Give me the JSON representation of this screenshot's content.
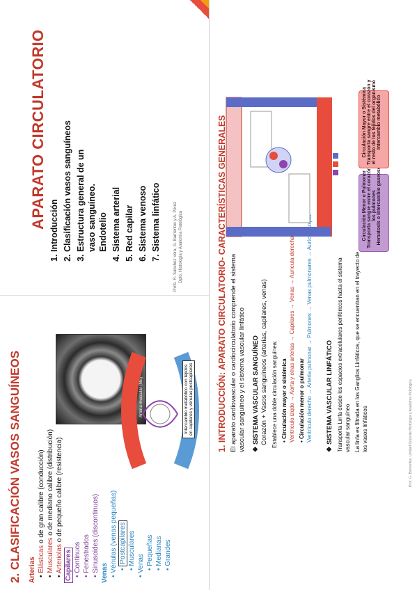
{
  "slide1": {
    "title": "APARATO CIRCULATORIO",
    "toc": [
      "Introducción",
      "Clasificación vasos sanguíneos",
      "Estructura general de un vaso sanguíneo. Endotelio",
      "Sistema arterial",
      "Red capilar",
      "Sistema venoso",
      "Sistema linfático"
    ],
    "authors_1": "Profs. R. Sánchez Vera, G. Barrientos y A. Pérez",
    "authors_2": "Dpto. Histología y Anatomía Patológica",
    "image_caption": "Arteria muscular (ME)"
  },
  "slide2": {
    "title": "2. CLASIFICACIÓN VASOS SANGUÍNEOS",
    "arterias": "Arterias",
    "elasticas": "Elásticas",
    "elasticas_rest": " o de gran calibre (conducción)",
    "musculares": "Musculares",
    "musculares_rest": " o de mediano calibre (distribución)",
    "arteriolas": "Arteriolas",
    "arteriolas_rest": " o de pequeño calibre (resistencia)",
    "capilares": "Capilares",
    "continuos": "Continuos",
    "fenestrados": "Fenestrados",
    "sinusoides": "Sinusoides (discontinuos)",
    "venas": "Venas",
    "venulas": "Vénulas (venas pequeñas)",
    "postcapilares": "Postcapilares",
    "musculares_v": "Musculares",
    "venas2": "Venas",
    "pequenas": "Pequeñas",
    "medianas": "Medianas",
    "grandes": "Grandes",
    "diagram_caption_1": "Intercambio metabólico con tejidos",
    "diagram_caption_2": "en capilares y vénulas postcapilares"
  },
  "slide3": {
    "title": "1. INTRODUCCIÓN: APARATO CIRCULATORIO- CARACTERÍSTICAS GENERALES",
    "intro_1": "El aparato cardiovascular o cardiocirculatorio comprende el sistema",
    "intro_2": "vascular sanguíneo y el sistema vascular linfático",
    "svs_title": "SISTEMA VASCULAR SANGUÍNEO",
    "svs_line": "Corazón + Vasos sanguíneos (arterias, capilares, venas)",
    "doble": "Establece una doble circulación sanguínea:",
    "mayor": "Circulación mayor o sistémica",
    "mayor_path": "Ventrículo izqdo → Aorta y otras arterias → Capilares → Venas → Aurícula derecha",
    "menor": "Circulación menor o pulmonar",
    "menor_path": "Ventrículo derecho → Arteria pulmonar → Pulmones → Venas pulmonares → Aurícula izqda",
    "svl_title": "SISTEMA VASCULAR LINFÁTICO",
    "svl_1": "Transporta Linfa desde los espacios extracelulares periféricos hasta el sistema",
    "svl_2": "vascular sanguíneo",
    "svl_3": "La linfa es filtrada en los Ganglios Linfáticos, que se encuentran en el trayecto de",
    "svl_4": "los vasos linfáticos",
    "menor_box": [
      "Circulación Menor o Pulmonar",
      "Transporta sangre entre el corazón y",
      "los pulmones",
      "Hematosis o intercambio gaseoso"
    ],
    "mayor_box": [
      "Circulación Mayor o Sistémica",
      "Transporta sangre entre el corazón y",
      "el resto de los tejidos del organismo",
      "Intercambio metabólico"
    ],
    "footer": "Prof. G. Barrientos. Unidad Docente Histología y Anatomía Patológica"
  },
  "colors": {
    "accent": "#c0392b",
    "artery": "#e74c3c",
    "vein": "#5b6cc7",
    "capillary": "#8e44ad"
  }
}
